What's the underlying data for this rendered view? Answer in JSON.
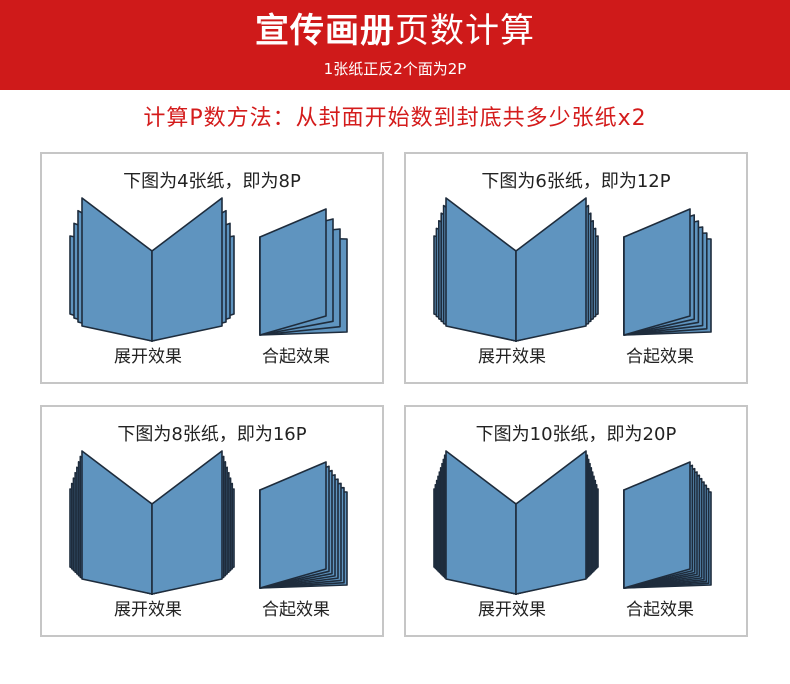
{
  "banner": {
    "title_bold": "宣传画册",
    "title_light": "页数计算",
    "subtitle": "1张纸正反2个面为2P"
  },
  "method_text": "计算P数方法：从封面开始数到封底共多少张纸x2",
  "colors": {
    "banner_red": "#cf1a1a",
    "method_red": "#d41c1c",
    "page_blue": "#5f94bf",
    "page_stroke": "#1e2c3c"
  },
  "panels": [
    {
      "heading": "下图为4张纸，即为8P",
      "sheets": 4,
      "open_label": "展开效果",
      "closed_label": "合起效果"
    },
    {
      "heading": "下图为6张纸，即为12P",
      "sheets": 6,
      "open_label": "展开效果",
      "closed_label": "合起效果"
    },
    {
      "heading": "下图为8张纸，即为16P",
      "sheets": 8,
      "open_label": "展开效果",
      "closed_label": "合起效果"
    },
    {
      "heading": "下图为10张纸，即为20P",
      "sheets": 10,
      "open_label": "展开效果",
      "closed_label": "合起效果"
    }
  ]
}
